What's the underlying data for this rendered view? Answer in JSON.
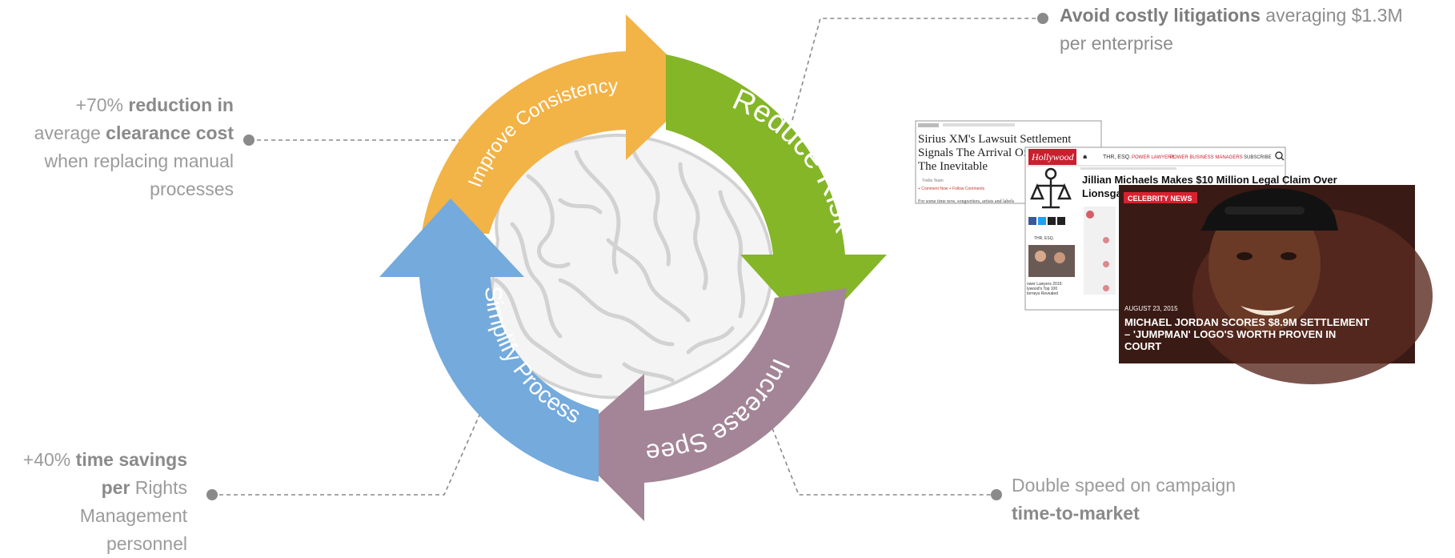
{
  "cycle": {
    "improve": "Improve Consistency",
    "reduce": "Reduce Risk",
    "increase": "Increase Speed",
    "simplify": "Simplify Process",
    "colors": {
      "improve": "#f2b347",
      "reduce": "#84b628",
      "increase": "#a38597",
      "simplify": "#74aadc",
      "brain": "#d2d2d2"
    }
  },
  "callouts": {
    "top_left": {
      "lines": [
        {
          "plain1": "+70% ",
          "bold": "reduction in",
          "plain2": ""
        },
        {
          "plain1": "average ",
          "bold": "clearance cost",
          "plain2": ""
        },
        {
          "plain1": "when replacing manual",
          "bold": "",
          "plain2": ""
        },
        {
          "plain1": "processes",
          "bold": "",
          "plain2": ""
        }
      ]
    },
    "bottom_left": {
      "lines": [
        {
          "plain1": "+40% ",
          "bold": "time savings",
          "plain2": ""
        },
        {
          "plain1": "",
          "bold": "per",
          "plain2": " Rights"
        },
        {
          "plain1": "Management",
          "bold": "",
          "plain2": ""
        },
        {
          "plain1": "personnel",
          "bold": "",
          "plain2": ""
        }
      ]
    },
    "top_right": {
      "lines": [
        {
          "plain1": "",
          "bold": "Avoid costly litigations",
          "plain2": " averaging $1.3M"
        },
        {
          "plain1": "per enterprise",
          "bold": "",
          "plain2": ""
        }
      ]
    },
    "bottom_right": {
      "lines": [
        {
          "plain1": "Double speed on campaign",
          "bold": "",
          "plain2": ""
        },
        {
          "plain1": "",
          "bold": "time-to-market",
          "plain2": ""
        }
      ]
    }
  },
  "news": {
    "article1": {
      "headline": [
        "Sirius XM's Lawsuit Settlement",
        "Signals The Arrival Of",
        "The Inevitable"
      ],
      "byline": "Trellis Team",
      "links": "+ Comment Now   + Follow Comments",
      "body": "For some time now, songwriters, artists and labels"
    },
    "article2": {
      "brand": "Hollywood",
      "nav": [
        "THR, ESQ.",
        "POWER LAWYERS",
        "POWER BUSINESS MANAGERS",
        "SUBSCRIBE"
      ],
      "headline": [
        "Jillian Michaels Makes $10 Million Legal Claim Over",
        "Lionsgat"
      ],
      "side_label": "THR, ESQ.",
      "side_caption": [
        "ower Lawyers 2015:",
        "lywood's Top 100",
        "torneys Revealed"
      ]
    },
    "article3": {
      "badge": "CELEBRITY NEWS",
      "date": "AUGUST 23, 2015",
      "headline": [
        "MICHAEL JORDAN SCORES $8.9M SETTLEMENT",
        "– 'JUMPMAN' LOGO'S WORTH PROVEN IN",
        "COURT"
      ]
    }
  }
}
